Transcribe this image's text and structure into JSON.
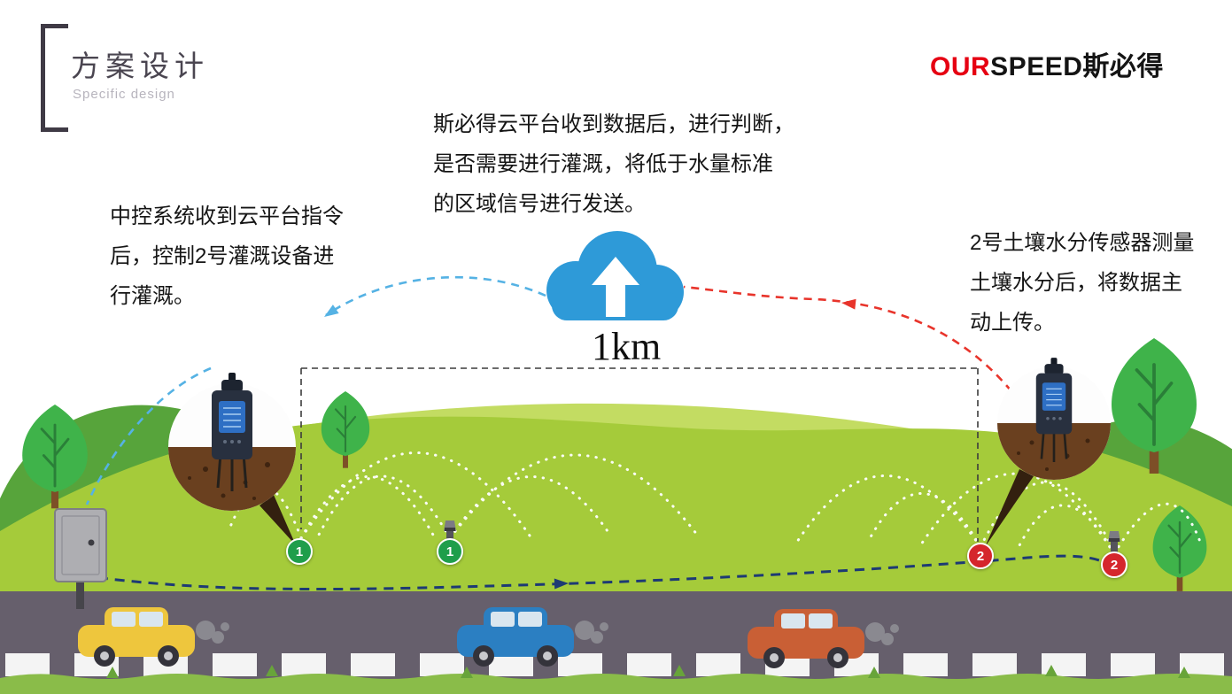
{
  "header": {
    "title": "方案设计",
    "subtitle": "Specific design",
    "logo": {
      "our": "OUR",
      "speed": "SPEED",
      "cn": "斯必得",
      "accent_color": "#e60012"
    }
  },
  "annotations": {
    "cloud_lines": [
      "斯必得云平台收到数据后，进行判断，",
      "是否需要进行灌溉，将低于水量标准",
      "的区域信号进行发送。"
    ],
    "left_lines": [
      "中控系统收到云平台指令",
      "后，控制2号灌溉设备进",
      "行灌溉。"
    ],
    "right_lines": [
      "2号土壤水分传感器测量",
      "土壤水分后，将数据主",
      "动上传。"
    ],
    "distance": "1km"
  },
  "markers": {
    "sensor1_left": "1",
    "sprinkler1": "1",
    "sensor2_right": "2",
    "sprinkler2": "2"
  },
  "colors": {
    "cloud_blue": "#2e9ad8",
    "arrow_blue": "#55b2e4",
    "arrow_red": "#e8342b",
    "arrow_navy": "#1d3a74",
    "field_green": "#a5cb3a",
    "hill_dark_green": "#57a43b",
    "hill_light_green": "#c3dc62",
    "road_gray": "#665f6c",
    "marker_green": "#1f9e4b",
    "marker_red": "#d5262c",
    "car_yellow": "#eec63d",
    "car_blue": "#2b7fc2",
    "car_red": "#c95f35",
    "soil_brown": "#6a401f"
  }
}
